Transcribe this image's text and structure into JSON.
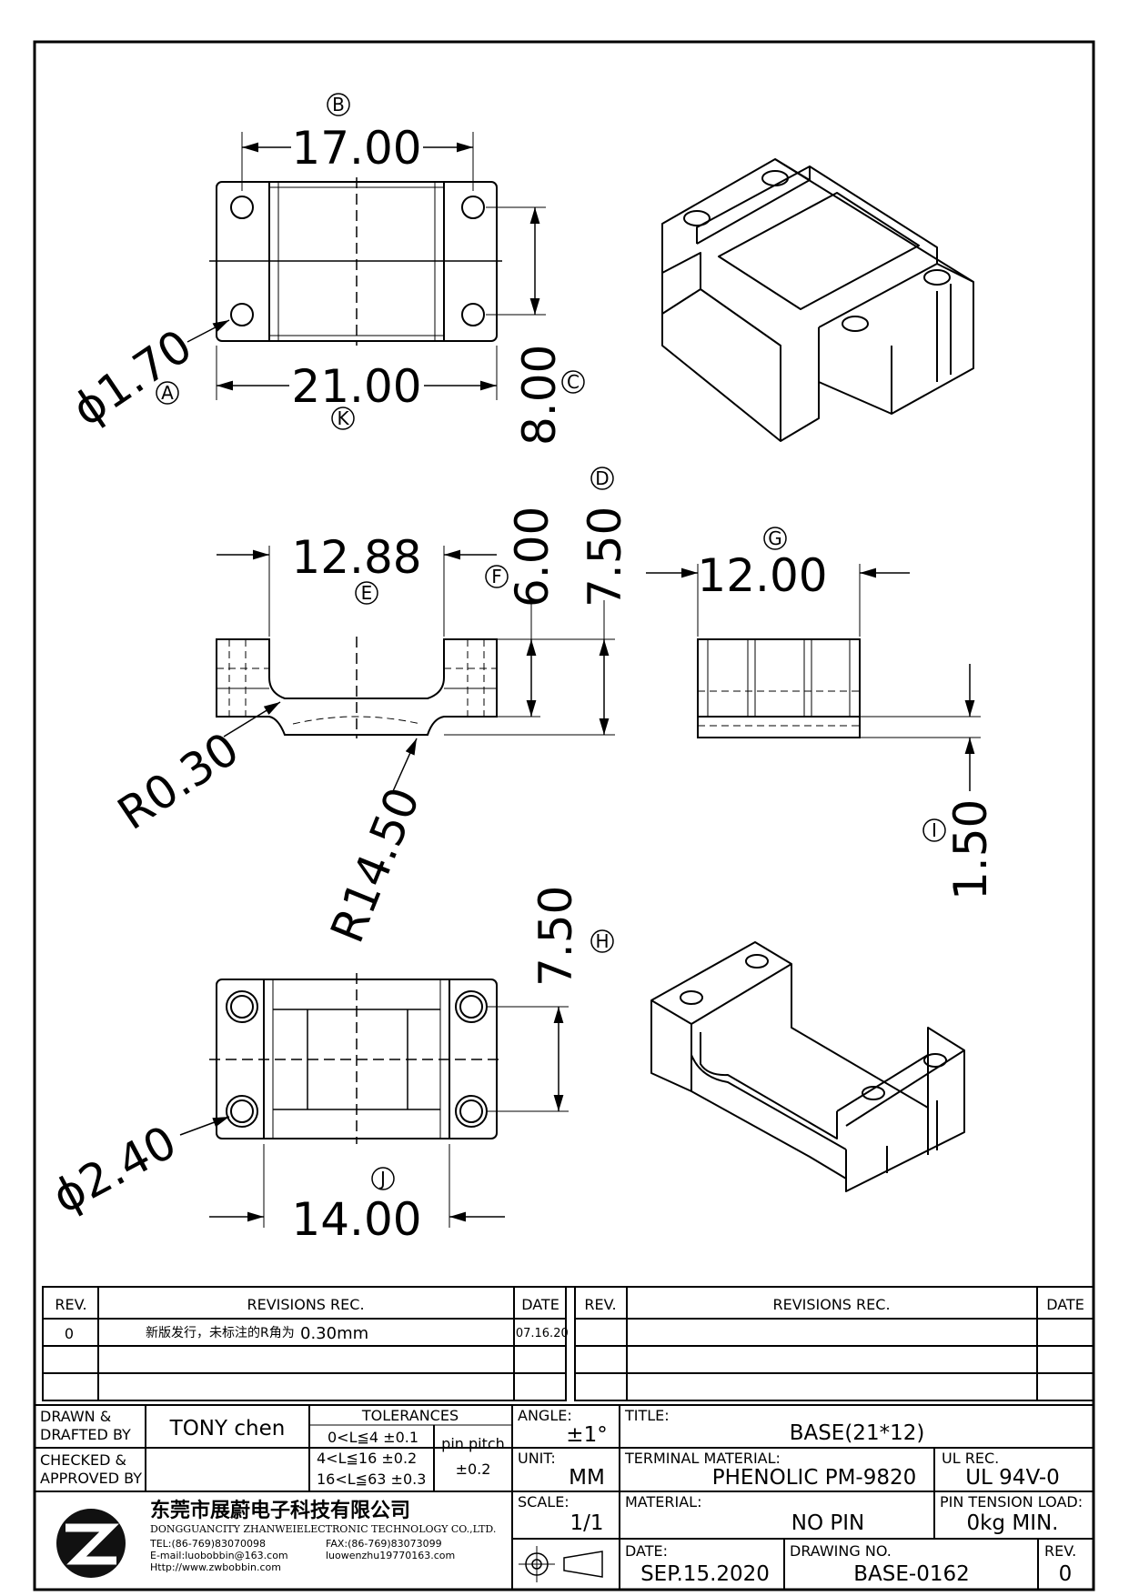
{
  "dimensions": {
    "top_width": "17.00",
    "top_overall": "21.00",
    "top_pitch": "8.00",
    "top_hole": "ϕ1.70",
    "side_slot": "12.88",
    "side_depth": "6.00",
    "side_height": "7.50",
    "side_fillet": "R0.30",
    "side_radius": "R14.50",
    "end_width": "12.00",
    "end_base": "1.50",
    "bottom_pitch": "7.50",
    "bottom_hole": "ϕ2.40",
    "bottom_width": "14.00"
  },
  "labels": [
    "A",
    "B",
    "C",
    "D",
    "E",
    "F",
    "G",
    "H",
    "I",
    "J",
    "K"
  ],
  "revisions": {
    "headers": {
      "rev": "REV.",
      "rec": "REVISIONS  REC.",
      "date": "DATE"
    },
    "rows": [
      {
        "rev": "0",
        "note": "新版发行，未标注的R角为",
        "value": "0.30mm",
        "date": "'07.16.20"
      }
    ]
  },
  "title_block": {
    "drawn_by_label_1": "DRAWN &",
    "drawn_by_label_2": "DRAFTED BY",
    "drawn_by": "TONY chen",
    "checked_label_1": "CHECKED &",
    "checked_label_2": "APPROVED BY",
    "tolerances_label": "TOLERANCES",
    "tol_1": "0<L≦4   ±0.1",
    "tol_2": "4<L≦16  ±0.2",
    "tol_3": "16<L≦63 ±0.3",
    "pin_pitch_label": "pin pitch",
    "pin_pitch_value": "±0.2",
    "angle_label": "ANGLE:",
    "angle_value": "±1°",
    "unit_label": "UNIT:",
    "unit_value": "MM",
    "scale_label": "SCALE:",
    "scale_value": "1/1",
    "title_label": "TITLE:",
    "title_value": "BASE(21*12)",
    "terminal_label": "TERMINAL MATERIAL:",
    "terminal_value": "PHENOLIC PM-9820",
    "ul_label": "UL REC.",
    "ul_value": "UL 94V-0",
    "material_label": "MATERIAL:",
    "material_value": "NO PIN",
    "pin_tension_label": "PIN TENSION LOAD:",
    "pin_tension_value": "0kg MIN.",
    "date_label": "DATE:",
    "date_value": "SEP.15.2020",
    "drawing_no_label": "DRAWING NO.",
    "drawing_no_value": "BASE-0162",
    "rev_label": "REV.",
    "rev_value": "0",
    "company_cn": "东莞市展蔚电子科技有限公司",
    "company_en": "DONGGUANCITY ZHANWEIELECTRONIC TECHNOLOGY CO.,LTD.",
    "tel": "TEL:(86-769)83070098",
    "fax": "FAX:(86-769)83073099",
    "email": "E-mail:luobobbin@163.com",
    "email2": "luowenzhu19770163.com",
    "web": "Http://www.zwbobbin.com"
  }
}
